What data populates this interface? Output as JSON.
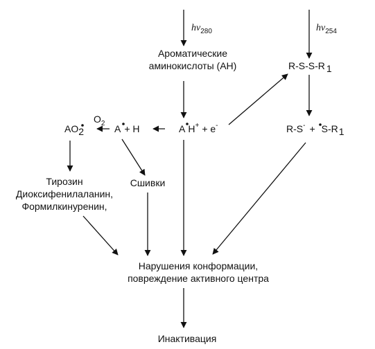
{
  "light": {
    "uv280": {
      "symbol": "hν",
      "wavelength": "280"
    },
    "uv254": {
      "symbol": "hν",
      "wavelength": "254"
    }
  },
  "nodes": {
    "aromatic_line1": "Ароматические",
    "aromatic_line2": "аминокислоты (АН)",
    "disulfide": "R-S-S-R",
    "disulfide_sub": "1",
    "cation_radical": {
      "a": "A",
      "h": "H",
      "plus": "+",
      "electron": "+ e",
      "minus": "-"
    },
    "radical_pair": {
      "a": "A",
      "plus_h": "+ H"
    },
    "peroxy": {
      "ao": "AO",
      "sub": "2",
      "o2": "O",
      "o2_sub": "2"
    },
    "thiyl": {
      "rs": "R-S",
      "minus": "-",
      "plus": "+",
      "sr": "S-R",
      "sub": "1"
    },
    "products_line1": "Тирозин",
    "products_line2": "Диоксифенилаланин,",
    "products_line3": "Формилкинуренин,",
    "crosslinks": "Сшивки",
    "damage_line1": "Нарушения конформации,",
    "damage_line2": "повреждение активного центра",
    "inactivation": "Инактивация"
  },
  "colors": {
    "ink": "#111111",
    "background": "#ffffff"
  }
}
